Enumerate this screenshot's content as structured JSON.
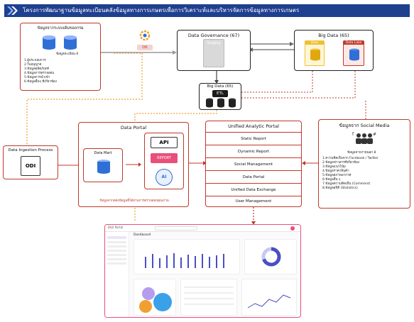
{
  "banner": {
    "title": "โครงการพัฒนาฐานข้อมูลทะเบียนคลังข้อมูลทางการเกษตรเพื่อการวิเคราะห์และบริหารจัดการข้อมูลทางการเกษตร"
  },
  "source_db": {
    "title": "ข้อมูลจากระบบเดิมของกรม",
    "subtitle": "ข้อมูลทะเบียน 6",
    "lines": [
      "1.ผู้ประกอบการ",
      "2.ใบอนุญาต",
      "3.ข้อมูลผลิตภัณฑ์",
      "4.ข้อมูลการตรวจสอบ",
      "5.ข้อมูลการนำเข้า",
      "6.ข้อมูลอื่นๆ ที่เกี่ยวข้อง"
    ]
  },
  "ok_label": "OK",
  "data_governance": {
    "title": "Data Governance (67)",
    "staging": "Staging"
  },
  "big_data_top": {
    "title": "Big Data (65)",
    "left_label": "Hive",
    "right_label": "Data Lake"
  },
  "etl": {
    "title": "Big Data (65)",
    "label": "ETL"
  },
  "ingestion": {
    "title": "Data Ingestion Process",
    "label": "ODI"
  },
  "data_portal": {
    "title": "Data Portal",
    "mart": "Data Mart",
    "api": "API",
    "report": "REPORT",
    "ai": "AI",
    "footer": "ข้อมูลจากคลังข้อมูลที่ได้ผ่านการตรวจสอบคุณภาพ"
  },
  "unified_portal": {
    "title": "Unified Analytic Portal",
    "items": [
      "Static Report",
      "Dynamic Report",
      "Social Management",
      "Data Portal",
      "Unified Data Exchange",
      "User Management"
    ]
  },
  "social": {
    "title": "ข้อมูลจาก Social Media",
    "subtitle": "ข้อมูลจากภายนอก 8",
    "lines": [
      "1.ความคิดเห็นจาก Facebook / Twitter",
      "2.ข้อมูลข่าวสารที่เกี่ยวข้อง",
      "3.ข้อมูลแนวโน้ม",
      "4.ข้อมูลราคาสินค้า",
      "5.ข้อมูลสภาพอากาศ",
      "6.ข้อมูลอื่น ๆ",
      "7.ข้อมูลความคิดเห็น (Comment)",
      "8.ข้อมูลสถิติ (Statistics)"
    ]
  },
  "dashboard": {
    "title": "Dashboard",
    "brand": "DLD Portal"
  },
  "colors": {
    "banner": "#1f3f8f",
    "red": "#c0392b",
    "blue": "#2f6fd6",
    "pink": "#e94f7a",
    "orange": "#f0a030"
  }
}
